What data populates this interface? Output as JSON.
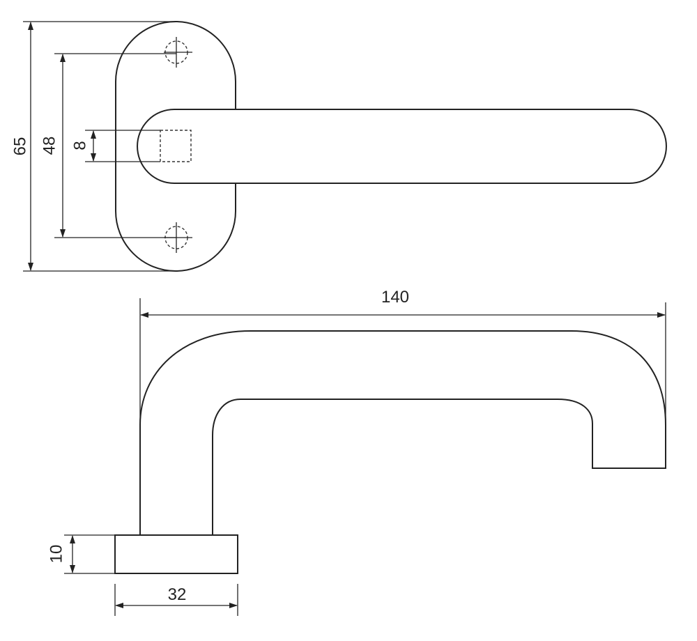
{
  "dimensions": {
    "plate_height": "65",
    "screw_spacing": "48",
    "spindle_size": "8",
    "lever_length": "140",
    "rose_thickness": "10",
    "rose_width": "32"
  },
  "colors": {
    "line": "#222222",
    "background": "#ffffff"
  }
}
